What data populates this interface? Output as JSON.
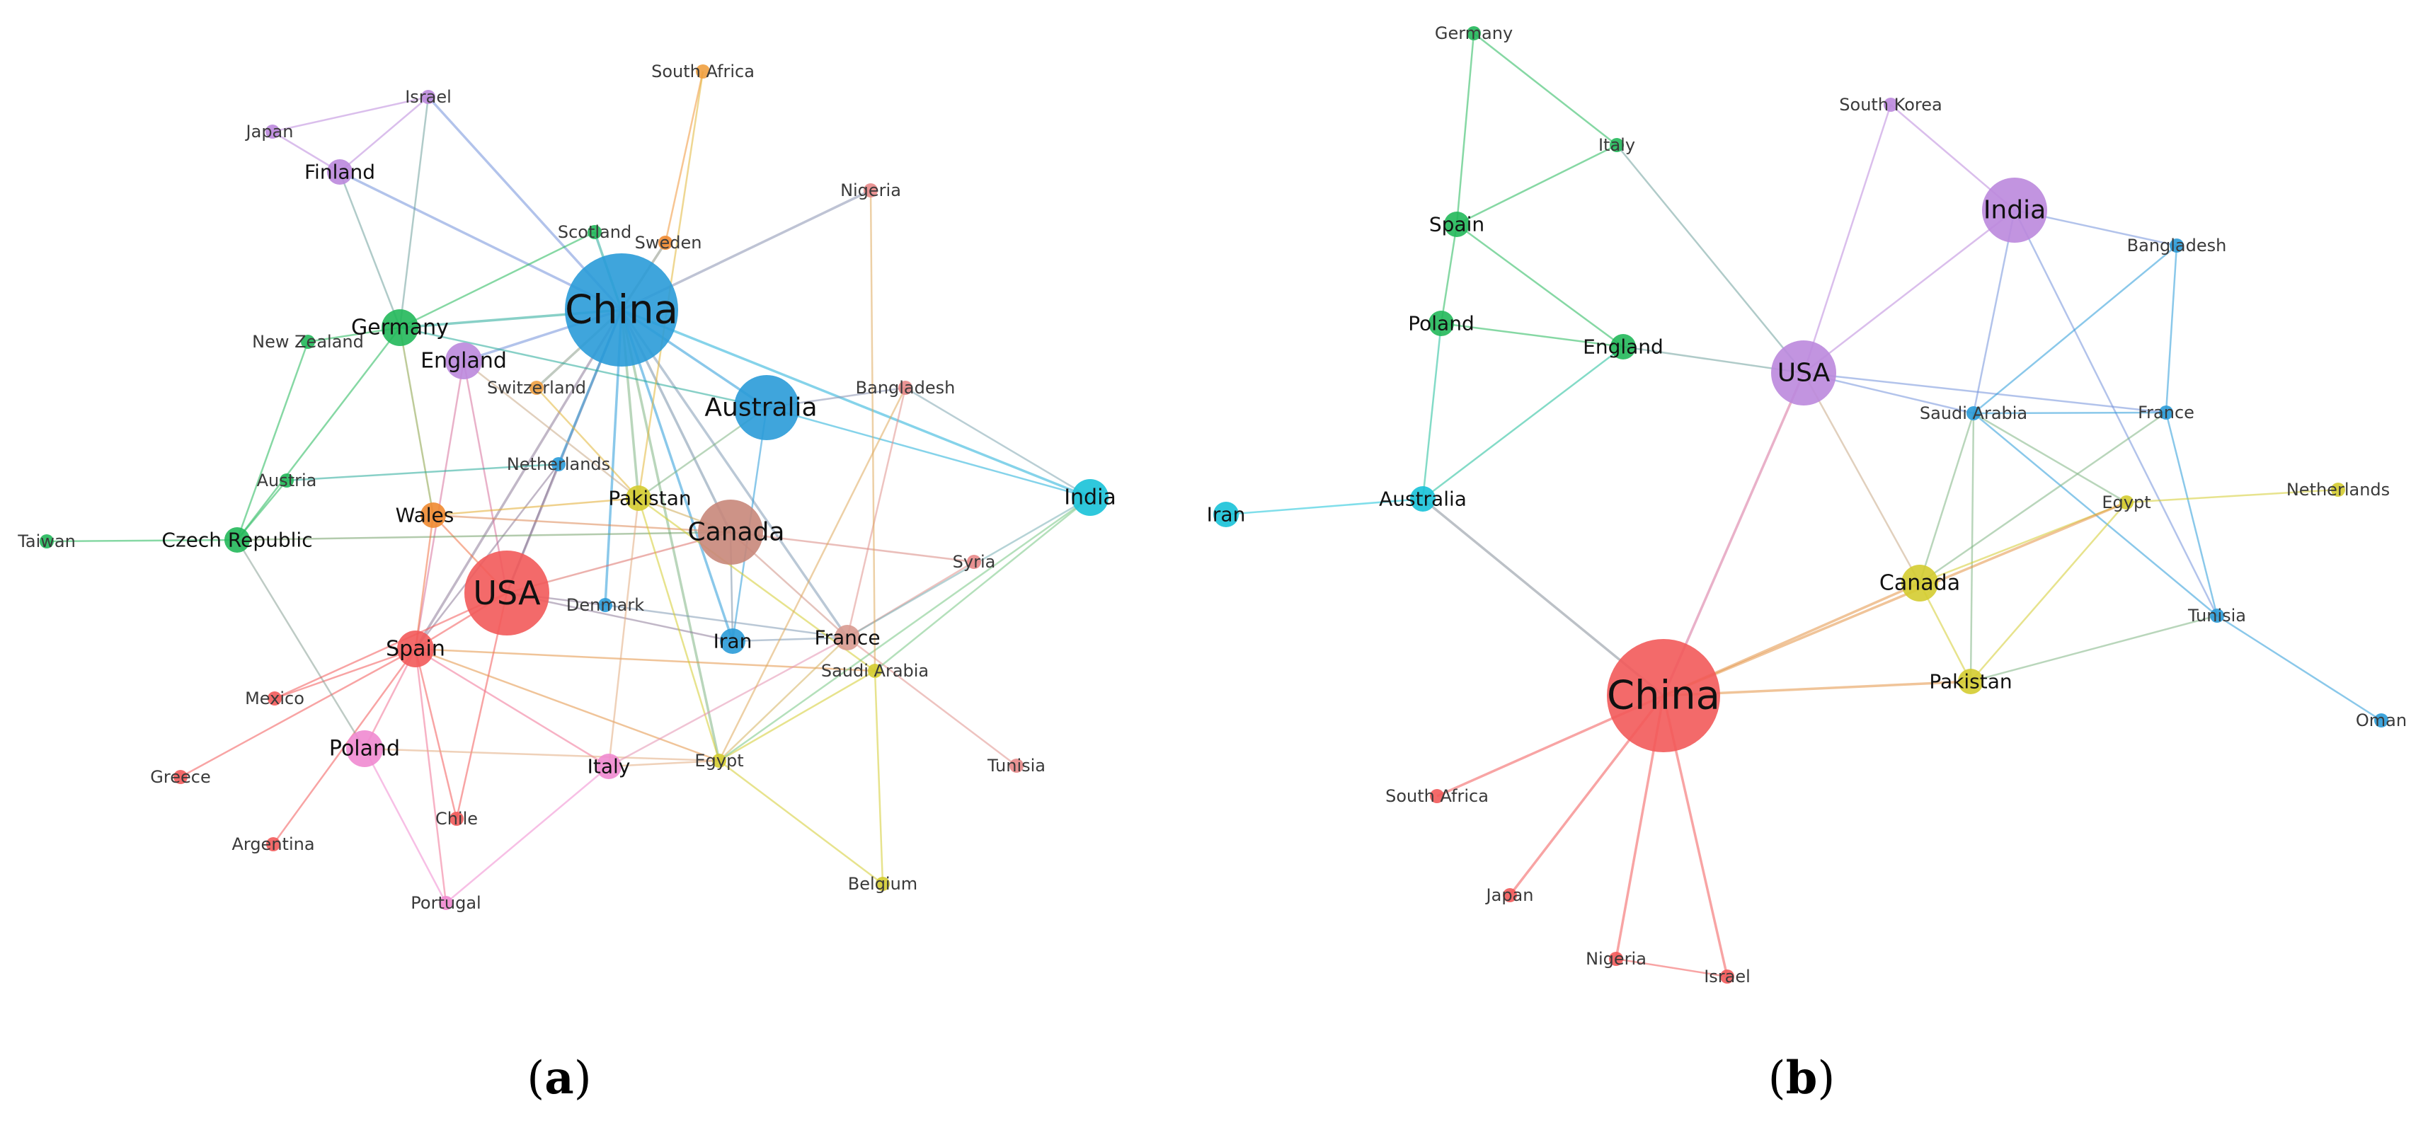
{
  "panels": [
    {
      "caption_letter": "a",
      "nodes": [
        {
          "id": "China",
          "label": "China",
          "color": "#2a9bd8",
          "size": "xl"
        },
        {
          "id": "USA",
          "label": "USA",
          "color": "#f25a5a",
          "size": "lg"
        },
        {
          "id": "Canada",
          "label": "Canada",
          "color": "#c8877a",
          "size": "md"
        },
        {
          "id": "Australia",
          "label": "Australia",
          "color": "#2a9bd8",
          "size": "md"
        },
        {
          "id": "India",
          "label": "India",
          "color": "#18c2d8",
          "size": "sm"
        },
        {
          "id": "Spain",
          "label": "Spain",
          "color": "#f25a5a",
          "size": "sm"
        },
        {
          "id": "Germany",
          "label": "Germany",
          "color": "#22b85a",
          "size": "sm"
        },
        {
          "id": "England",
          "label": "England",
          "color": "#bb88dd",
          "size": "sm"
        },
        {
          "id": "Poland",
          "label": "Poland",
          "color": "#f08ad0",
          "size": "sm"
        },
        {
          "id": "Italy",
          "label": "Italy",
          "color": "#f08ad0",
          "size": "xs"
        },
        {
          "id": "France",
          "label": "France",
          "color": "#d89a90",
          "size": "xs"
        },
        {
          "id": "Iran",
          "label": "Iran",
          "color": "#2a9bd8",
          "size": "xs"
        },
        {
          "id": "Pakistan",
          "label": "Pakistan",
          "color": "#d4cc30",
          "size": "xs"
        },
        {
          "id": "Wales",
          "label": "Wales",
          "color": "#f08a30",
          "size": "xs"
        },
        {
          "id": "CzechRepublic",
          "label": "Czech Republic",
          "color": "#22b85a",
          "size": "xs"
        },
        {
          "id": "Israel",
          "label": "Israel",
          "color": "#bb88dd",
          "size": "xxs"
        },
        {
          "id": "Japan",
          "label": "Japan",
          "color": "#bb88dd",
          "size": "xxs"
        },
        {
          "id": "Finland",
          "label": "Finland",
          "color": "#bb88dd",
          "size": "xs"
        },
        {
          "id": "SouthAfrica",
          "label": "South Africa",
          "color": "#f0a040",
          "size": "xxs"
        },
        {
          "id": "Nigeria",
          "label": "Nigeria",
          "color": "#e88888",
          "size": "xxs"
        },
        {
          "id": "Scotland",
          "label": "Scotland",
          "color": "#22b85a",
          "size": "xxs"
        },
        {
          "id": "Sweden",
          "label": "Sweden",
          "color": "#f08a30",
          "size": "xxs"
        },
        {
          "id": "NewZealand",
          "label": "New Zealand",
          "color": "#22b85a",
          "size": "xxs"
        },
        {
          "id": "Switzerland",
          "label": "Switzerland",
          "color": "#f0a040",
          "size": "xxs"
        },
        {
          "id": "Bangladesh",
          "label": "Bangladesh",
          "color": "#e88888",
          "size": "xxs"
        },
        {
          "id": "Austria",
          "label": "Austria",
          "color": "#22b85a",
          "size": "xxs"
        },
        {
          "id": "Netherlands",
          "label": "Netherlands",
          "color": "#2a9bd8",
          "size": "xxs"
        },
        {
          "id": "Taiwan",
          "label": "Taiwan",
          "color": "#22b85a",
          "size": "xxs"
        },
        {
          "id": "Denmark",
          "label": "Denmark",
          "color": "#2a9bd8",
          "size": "xxs"
        },
        {
          "id": "Syria",
          "label": "Syria",
          "color": "#e88888",
          "size": "xxs"
        },
        {
          "id": "SaudiArabia",
          "label": "Saudi Arabia",
          "color": "#d4cc30",
          "size": "xxs"
        },
        {
          "id": "Mexico",
          "label": "Mexico",
          "color": "#f25a5a",
          "size": "xxs"
        },
        {
          "id": "Greece",
          "label": "Greece",
          "color": "#f25a5a",
          "size": "xxs"
        },
        {
          "id": "Chile",
          "label": "Chile",
          "color": "#f25a5a",
          "size": "xxs"
        },
        {
          "id": "Argentina",
          "label": "Argentina",
          "color": "#f25a5a",
          "size": "xxs"
        },
        {
          "id": "Portugal",
          "label": "Portugal",
          "color": "#f08ad0",
          "size": "xxs"
        },
        {
          "id": "Egypt",
          "label": "Egypt",
          "color": "#d4cc30",
          "size": "xxs"
        },
        {
          "id": "Tunisia",
          "label": "Tunisia",
          "color": "#e88888",
          "size": "xxs"
        },
        {
          "id": "Belgium",
          "label": "Belgium",
          "color": "#d4cc30",
          "size": "xxs"
        }
      ],
      "edges": [
        [
          "China",
          "Australia"
        ],
        [
          "China",
          "Canada"
        ],
        [
          "China",
          "USA"
        ],
        [
          "China",
          "India"
        ],
        [
          "China",
          "Germany"
        ],
        [
          "China",
          "England"
        ],
        [
          "China",
          "Pakistan"
        ],
        [
          "China",
          "Iran"
        ],
        [
          "China",
          "Denmark"
        ],
        [
          "China",
          "Sweden"
        ],
        [
          "China",
          "Israel"
        ],
        [
          "China",
          "Nigeria"
        ],
        [
          "China",
          "Spain"
        ],
        [
          "China",
          "Egypt"
        ],
        [
          "China",
          "France"
        ],
        [
          "China",
          "Netherlands"
        ],
        [
          "China",
          "Switzerland"
        ],
        [
          "China",
          "Scotland"
        ],
        [
          "China",
          "Finland"
        ],
        [
          "USA",
          "Spain"
        ],
        [
          "USA",
          "Canada"
        ],
        [
          "USA",
          "Iran"
        ],
        [
          "USA",
          "Chile"
        ],
        [
          "USA",
          "Netherlands"
        ],
        [
          "USA",
          "Denmark"
        ],
        [
          "USA",
          "England"
        ],
        [
          "USA",
          "Wales"
        ],
        [
          "Spain",
          "Mexico"
        ],
        [
          "Spain",
          "Greece"
        ],
        [
          "Spain",
          "Argentina"
        ],
        [
          "Spain",
          "Poland"
        ],
        [
          "Spain",
          "Chile"
        ],
        [
          "Spain",
          "Portugal"
        ],
        [
          "Spain",
          "Italy"
        ],
        [
          "Spain",
          "England"
        ],
        [
          "Spain",
          "Egypt"
        ],
        [
          "Spain",
          "Netherlands"
        ],
        [
          "Spain",
          "SaudiArabia"
        ],
        [
          "Germany",
          "CzechRepublic"
        ],
        [
          "Germany",
          "NewZealand"
        ],
        [
          "Germany",
          "Israel"
        ],
        [
          "Germany",
          "Finland"
        ],
        [
          "Germany",
          "Scotland"
        ],
        [
          "Germany",
          "Australia"
        ],
        [
          "Germany",
          "Wales"
        ],
        [
          "CzechRepublic",
          "Taiwan"
        ],
        [
          "CzechRepublic",
          "NewZealand"
        ],
        [
          "CzechRepublic",
          "Austria"
        ],
        [
          "CzechRepublic",
          "Canada"
        ],
        [
          "CzechRepublic",
          "Poland"
        ],
        [
          "Australia",
          "India"
        ],
        [
          "Australia",
          "Iran"
        ],
        [
          "Australia",
          "Pakistan"
        ],
        [
          "Australia",
          "Bangladesh"
        ],
        [
          "Canada",
          "France"
        ],
        [
          "Canada",
          "Pakistan"
        ],
        [
          "Canada",
          "Syria"
        ],
        [
          "Canada",
          "Wales"
        ],
        [
          "Canada",
          "Iran"
        ],
        [
          "France",
          "Iran"
        ],
        [
          "France",
          "Egypt"
        ],
        [
          "France",
          "Syria"
        ],
        [
          "France",
          "Tunisia"
        ],
        [
          "France",
          "Denmark"
        ],
        [
          "SaudiArabia",
          "Egypt"
        ],
        [
          "SaudiArabia",
          "India"
        ],
        [
          "SaudiArabia",
          "Belgium"
        ],
        [
          "SaudiArabia",
          "Pakistan"
        ],
        [
          "Egypt",
          "Belgium"
        ],
        [
          "Egypt",
          "Italy"
        ],
        [
          "Egypt",
          "Pakistan"
        ],
        [
          "Egypt",
          "Poland"
        ],
        [
          "Italy",
          "Pakistan"
        ],
        [
          "Italy",
          "France"
        ],
        [
          "Italy",
          "Portugal"
        ],
        [
          "India",
          "Egypt"
        ],
        [
          "India",
          "France"
        ],
        [
          "Bangladesh",
          "Egypt"
        ],
        [
          "Bangladesh",
          "France"
        ],
        [
          "Bangladesh",
          "India"
        ],
        [
          "Nigeria",
          "SaudiArabia"
        ],
        [
          "SouthAfrica",
          "Sweden"
        ],
        [
          "SouthAfrica",
          "Pakistan"
        ],
        [
          "Israel",
          "Japan"
        ],
        [
          "Japan",
          "Finland"
        ],
        [
          "Israel",
          "Finland"
        ],
        [
          "Wales",
          "Spain"
        ],
        [
          "Wales",
          "Pakistan"
        ],
        [
          "Austria",
          "Netherlands"
        ],
        [
          "England",
          "Pakistan"
        ],
        [
          "Switzerland",
          "Pakistan"
        ],
        [
          "Poland",
          "Portugal"
        ],
        [
          "Mexico",
          "USA"
        ]
      ]
    },
    {
      "caption_letter": "b",
      "nodes": [
        {
          "id": "China",
          "label": "China",
          "color": "#f25a5a",
          "size": "xl"
        },
        {
          "id": "USA",
          "label": "USA",
          "color": "#bb88dd",
          "size": "md"
        },
        {
          "id": "India",
          "label": "India",
          "color": "#bb88dd",
          "size": "md"
        },
        {
          "id": "Canada",
          "label": "Canada",
          "color": "#d4cc30",
          "size": "sm"
        },
        {
          "id": "Germany",
          "label": "Germany",
          "color": "#22b85a",
          "size": "xxs"
        },
        {
          "id": "Italy",
          "label": "Italy",
          "color": "#22b85a",
          "size": "xxs"
        },
        {
          "id": "Spain",
          "label": "Spain",
          "color": "#22b85a",
          "size": "xs"
        },
        {
          "id": "Poland",
          "label": "Poland",
          "color": "#22b85a",
          "size": "xs"
        },
        {
          "id": "England",
          "label": "England",
          "color": "#22b85a",
          "size": "xs"
        },
        {
          "id": "SouthKorea",
          "label": "South Korea",
          "color": "#bb88dd",
          "size": "xxs"
        },
        {
          "id": "Bangladesh",
          "label": "Bangladesh",
          "color": "#2a9bd8",
          "size": "xxs"
        },
        {
          "id": "SaudiArabia",
          "label": "Saudi Arabia",
          "color": "#2a9bd8",
          "size": "xxs"
        },
        {
          "id": "France",
          "label": "France",
          "color": "#2a9bd8",
          "size": "xxs"
        },
        {
          "id": "Australia",
          "label": "Australia",
          "color": "#18c2d8",
          "size": "xs"
        },
        {
          "id": "Iran",
          "label": "Iran",
          "color": "#18c2d8",
          "size": "xs"
        },
        {
          "id": "Egypt",
          "label": "Egypt",
          "color": "#d4cc30",
          "size": "xxs"
        },
        {
          "id": "Netherlands",
          "label": "Netherlands",
          "color": "#d4cc30",
          "size": "xxs"
        },
        {
          "id": "Tunisia",
          "label": "Tunisia",
          "color": "#2a9bd8",
          "size": "xxs"
        },
        {
          "id": "Pakistan",
          "label": "Pakistan",
          "color": "#d4cc30",
          "size": "xs"
        },
        {
          "id": "Oman",
          "label": "Oman",
          "color": "#2a9bd8",
          "size": "xxs"
        },
        {
          "id": "SouthAfrica",
          "label": "South Africa",
          "color": "#f25a5a",
          "size": "xxs"
        },
        {
          "id": "Japan",
          "label": "Japan",
          "color": "#f25a5a",
          "size": "xxs"
        },
        {
          "id": "Nigeria",
          "label": "Nigeria",
          "color": "#f25a5a",
          "size": "xxs"
        },
        {
          "id": "Israel",
          "label": "Israel",
          "color": "#f25a5a",
          "size": "xxs"
        }
      ],
      "edges": [
        [
          "Germany",
          "Italy"
        ],
        [
          "Germany",
          "Spain"
        ],
        [
          "Italy",
          "Spain"
        ],
        [
          "Italy",
          "USA"
        ],
        [
          "Spain",
          "England"
        ],
        [
          "Spain",
          "Poland"
        ],
        [
          "Poland",
          "England"
        ],
        [
          "Poland",
          "Australia"
        ],
        [
          "England",
          "USA"
        ],
        [
          "England",
          "Australia"
        ],
        [
          "Iran",
          "Australia"
        ],
        [
          "Australia",
          "China"
        ],
        [
          "USA",
          "India"
        ],
        [
          "USA",
          "SouthKorea"
        ],
        [
          "USA",
          "China"
        ],
        [
          "USA",
          "SaudiArabia"
        ],
        [
          "USA",
          "Canada"
        ],
        [
          "USA",
          "France"
        ],
        [
          "SouthKorea",
          "India"
        ],
        [
          "India",
          "Bangladesh"
        ],
        [
          "India",
          "Tunisia"
        ],
        [
          "India",
          "SaudiArabia"
        ],
        [
          "Bangladesh",
          "SaudiArabia"
        ],
        [
          "Bangladesh",
          "France"
        ],
        [
          "SaudiArabia",
          "France"
        ],
        [
          "SaudiArabia",
          "Tunisia"
        ],
        [
          "SaudiArabia",
          "Pakistan"
        ],
        [
          "SaudiArabia",
          "Canada"
        ],
        [
          "SaudiArabia",
          "Egypt"
        ],
        [
          "France",
          "Tunisia"
        ],
        [
          "France",
          "Canada"
        ],
        [
          "Tunisia",
          "Oman"
        ],
        [
          "Tunisia",
          "Pakistan"
        ],
        [
          "Egypt",
          "Netherlands"
        ],
        [
          "Egypt",
          "Canada"
        ],
        [
          "Egypt",
          "Pakistan"
        ],
        [
          "Egypt",
          "China"
        ],
        [
          "Canada",
          "China"
        ],
        [
          "Canada",
          "Pakistan"
        ],
        [
          "Pakistan",
          "China"
        ],
        [
          "China",
          "SouthAfrica"
        ],
        [
          "China",
          "Japan"
        ],
        [
          "China",
          "Nigeria"
        ],
        [
          "China",
          "Israel"
        ],
        [
          "Nigeria",
          "Israel"
        ]
      ]
    }
  ]
}
